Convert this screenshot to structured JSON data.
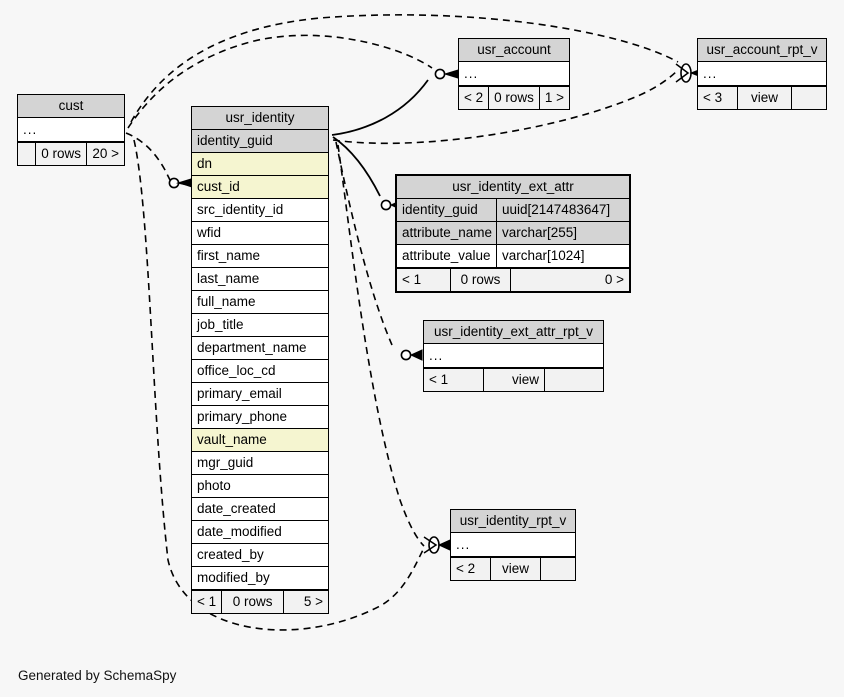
{
  "diagram": {
    "credit": "Generated by SchemaSpy",
    "background": "#f7f7f7",
    "colors": {
      "header": "#d4d4d4",
      "primary_key": "#d4d4d4",
      "foreign_key": "#f5f5d0",
      "plain": "#ffffff",
      "footer": "#f2f2f2",
      "border": "#000000"
    }
  },
  "entities": {
    "cust": {
      "title": "cust",
      "columns": [
        {
          "name": "...",
          "type": ""
        }
      ],
      "footer": {
        "left": "",
        "mid": "0 rows",
        "right": "20 >"
      }
    },
    "usr_identity": {
      "title": "usr_identity",
      "columns": [
        {
          "name": "identity_guid",
          "kind": "pk"
        },
        {
          "name": "dn",
          "kind": "fk"
        },
        {
          "name": "cust_id",
          "kind": "fk"
        },
        {
          "name": "src_identity_id",
          "kind": "plain"
        },
        {
          "name": "wfid",
          "kind": "plain"
        },
        {
          "name": "first_name",
          "kind": "plain"
        },
        {
          "name": "last_name",
          "kind": "plain"
        },
        {
          "name": "full_name",
          "kind": "plain"
        },
        {
          "name": "job_title",
          "kind": "plain"
        },
        {
          "name": "department_name",
          "kind": "plain"
        },
        {
          "name": "office_loc_cd",
          "kind": "plain"
        },
        {
          "name": "primary_email",
          "kind": "plain"
        },
        {
          "name": "primary_phone",
          "kind": "plain"
        },
        {
          "name": "vault_name",
          "kind": "fk"
        },
        {
          "name": "mgr_guid",
          "kind": "plain"
        },
        {
          "name": "photo",
          "kind": "plain"
        },
        {
          "name": "date_created",
          "kind": "plain"
        },
        {
          "name": "date_modified",
          "kind": "plain"
        },
        {
          "name": "created_by",
          "kind": "plain"
        },
        {
          "name": "modified_by",
          "kind": "plain"
        }
      ],
      "footer": {
        "left": "< 1",
        "mid": "0 rows",
        "right": "5 >"
      }
    },
    "usr_account": {
      "title": "usr_account",
      "columns": [
        {
          "name": "...",
          "type": ""
        }
      ],
      "footer": {
        "left": "< 2",
        "mid": "0 rows",
        "right": "1 >"
      }
    },
    "usr_account_rpt_v": {
      "title": "usr_account_rpt_v",
      "columns": [
        {
          "name": "...",
          "type": ""
        }
      ],
      "footer": {
        "left": "< 3",
        "mid": "view",
        "right": ""
      }
    },
    "usr_identity_ext_attr": {
      "title": "usr_identity_ext_attr",
      "columns": [
        {
          "name": "identity_guid",
          "type": "uuid[2147483647]",
          "kind": "pk"
        },
        {
          "name": "attribute_name",
          "type": "varchar[255]",
          "kind": "pk"
        },
        {
          "name": "attribute_value",
          "type": "varchar[1024]",
          "kind": "plain"
        }
      ],
      "footer": {
        "left": "< 1",
        "mid": "0 rows",
        "right": "0 >"
      }
    },
    "usr_identity_ext_attr_rpt_v": {
      "title": "usr_identity_ext_attr_rpt_v",
      "columns": [
        {
          "name": "...",
          "type": ""
        }
      ],
      "footer": {
        "left": "< 1",
        "mid": "view",
        "right": ""
      }
    },
    "usr_identity_rpt_v": {
      "title": "usr_identity_rpt_v",
      "columns": [
        {
          "name": "...",
          "type": ""
        }
      ],
      "footer": {
        "left": "< 2",
        "mid": "view",
        "right": ""
      }
    }
  }
}
